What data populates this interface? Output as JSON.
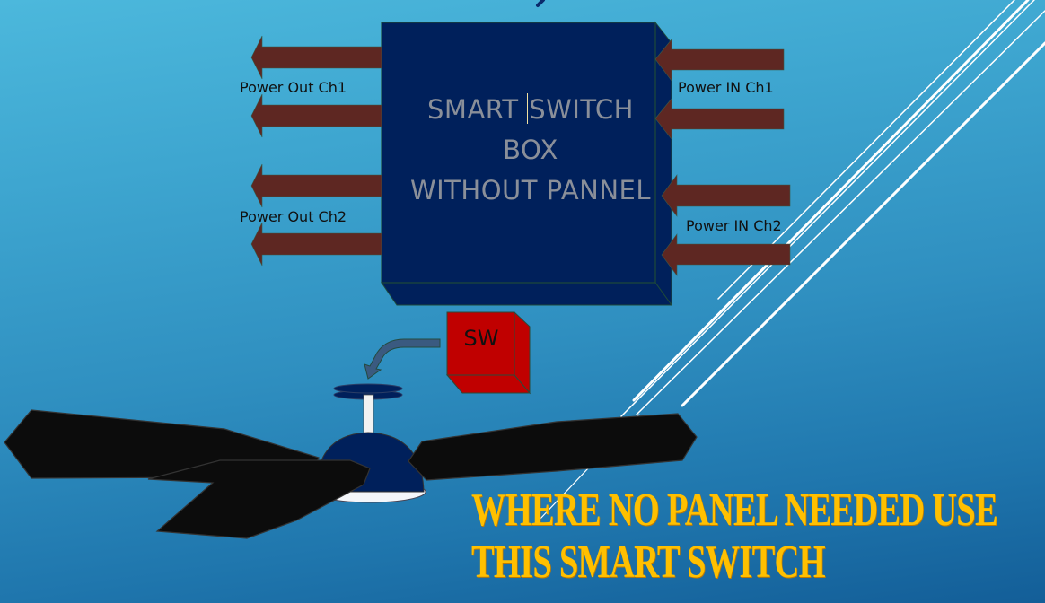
{
  "slide": {
    "box": {
      "lines": [
        "SMART SWITCH",
        "BOX",
        "WITHOUT PANNEL"
      ],
      "line1_before_caret": "SMART ",
      "line1_after_caret": "SWITCH",
      "fill_color": "#00205b",
      "text_color": "#8a8f99"
    },
    "labels": {
      "power_out_ch1": "Power Out Ch1",
      "power_out_ch2": "Power Out Ch2",
      "power_in_ch1": "Power IN Ch1",
      "power_in_ch2": "Power IN Ch2"
    },
    "switch": {
      "label": "SW",
      "color": "#c00000"
    },
    "arrow_color": "#5e2722",
    "headline": {
      "line1": "WHERE NO PANEL NEEDED USE",
      "line2": "THIS SMART SWITCH",
      "color": "#ffc000"
    },
    "icons": {
      "fan": "ceiling-fan-icon",
      "curved_arrow": "curved-arrow-icon"
    }
  }
}
